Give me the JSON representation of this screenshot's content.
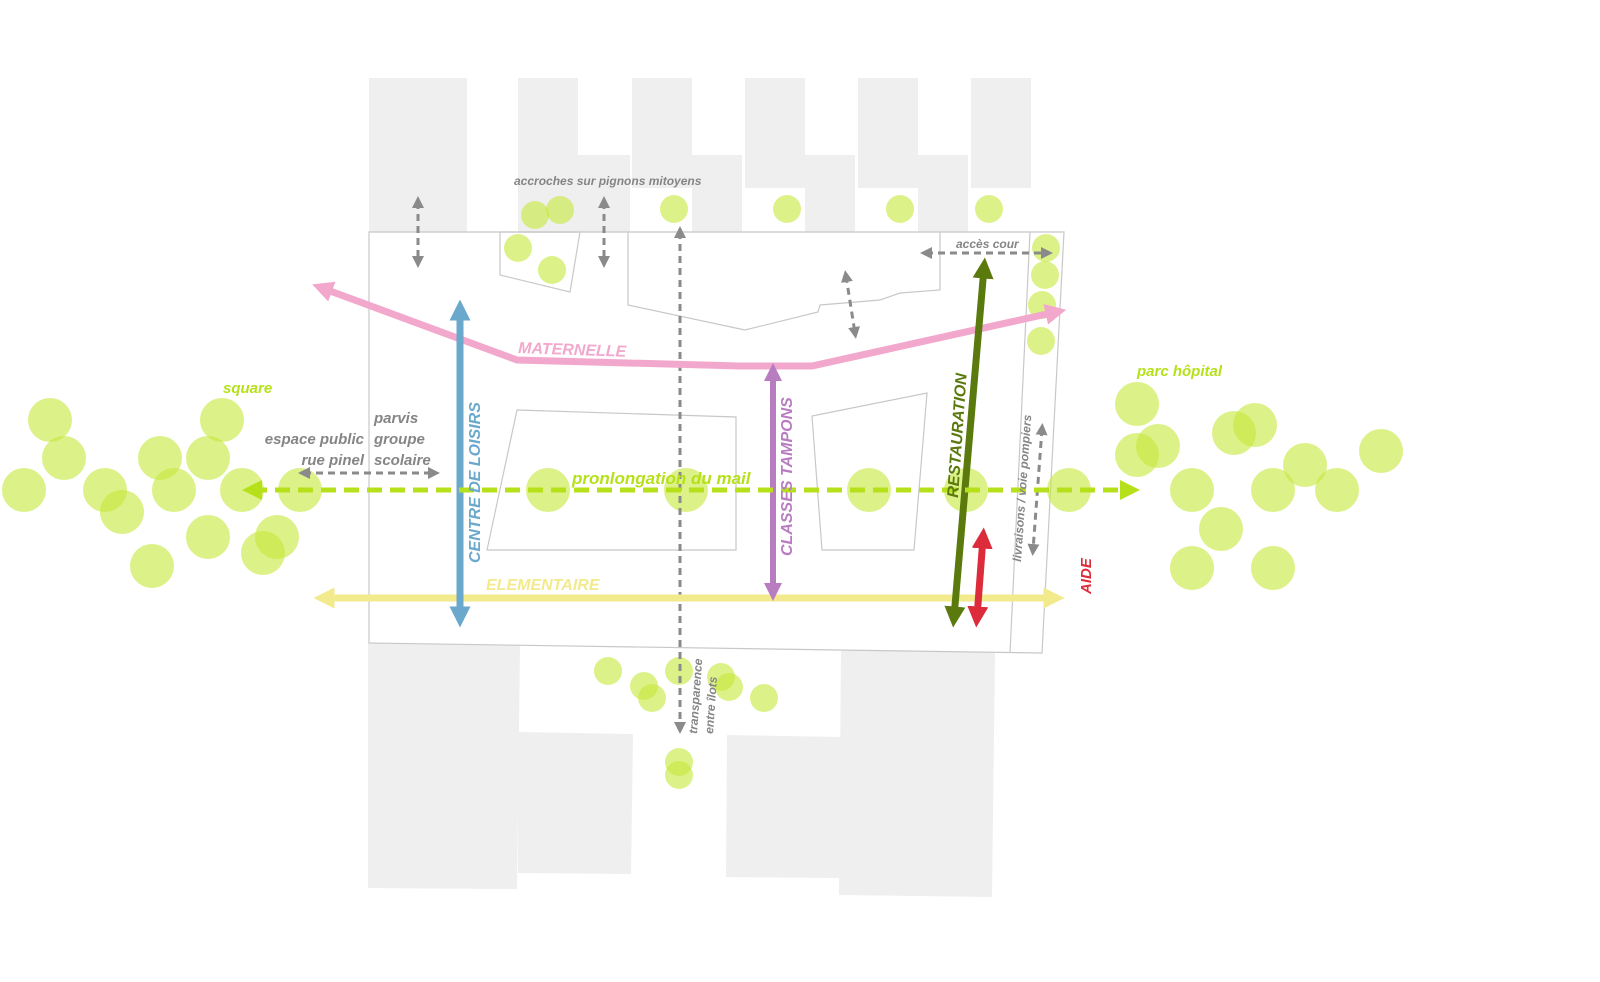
{
  "labels": {
    "square": "square",
    "parc_hopital": "parc hôpital",
    "espace_public_1": "espace public",
    "espace_public_2": "rue pinel",
    "parvis_1": "parvis",
    "parvis_2": "groupe",
    "parvis_3": "scolaire",
    "accroches": "accroches sur pignons mitoyens",
    "acces_cour": "accès cour",
    "maternelle": "MATERNELLE",
    "centre_loisirs": "CENTRE DE LOISIRS",
    "mail": "pronlongation du mail",
    "classes_tampons": "CLASSES TAMPONS",
    "restauration": "RESTAURATION",
    "livraisons": "livraisons / voie pompiers",
    "aide": "AIDE",
    "elementaire": "ELEMENTAIRE",
    "transparence_1": "transparence",
    "transparence_2": "entre îlots"
  },
  "colors": {
    "maternelle": "#f2a8cc",
    "centre_loisirs": "#6aa8cc",
    "elementaire": "#f2ea8c",
    "classes_tampons": "#b87cc0",
    "restauration": "#5a7a0e",
    "aide": "#dc2b3a",
    "mail": "#b6e01a",
    "vegetation": "#c6e83a",
    "annotation": "#858585"
  }
}
